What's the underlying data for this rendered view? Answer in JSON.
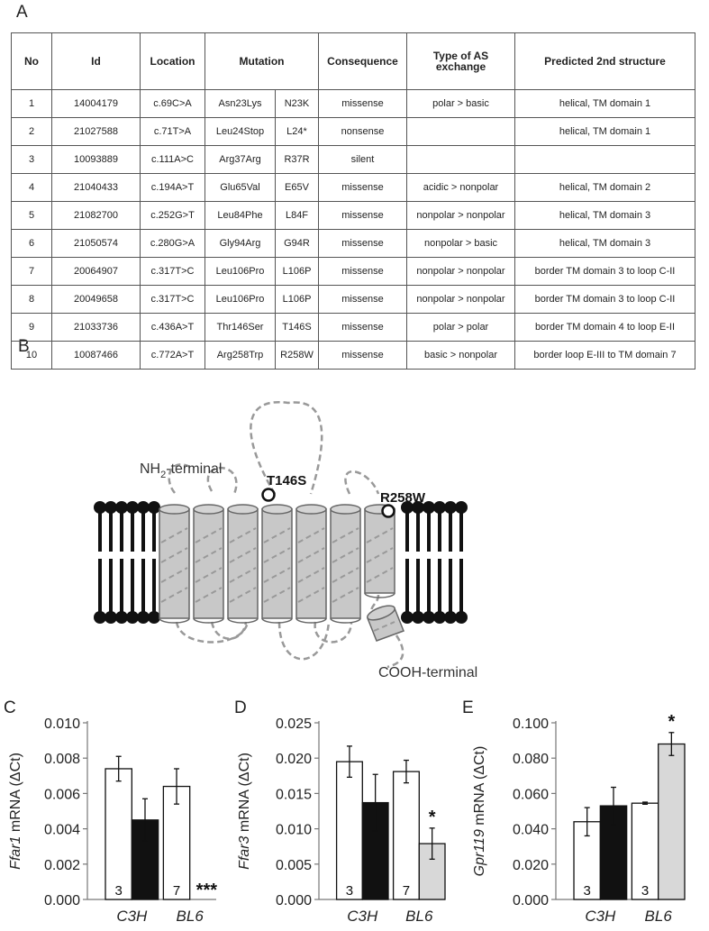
{
  "panel_labels": {
    "a": "A",
    "b": "B",
    "c": "C",
    "d": "D",
    "e": "E"
  },
  "table": {
    "headers": {
      "no": "No",
      "id": "Id",
      "location": "Location",
      "mutation": "Mutation",
      "consequence": "Consequence",
      "type": "Type of AS exchange",
      "structure": "Predicted 2nd structure"
    },
    "rows": [
      {
        "no": "1",
        "id": "14004179",
        "location": "c.69C>A",
        "aa_long": "Asn23Lys",
        "aa_short": "N23K",
        "consequence": "missense",
        "type": "polar > basic",
        "structure": "helical, TM domain 1"
      },
      {
        "no": "2",
        "id": "21027588",
        "location": "c.71T>A",
        "aa_long": "Leu24Stop",
        "aa_short": "L24*",
        "consequence": "nonsense",
        "type": "",
        "structure": "helical, TM domain 1"
      },
      {
        "no": "3",
        "id": "10093889",
        "location": "c.111A>C",
        "aa_long": "Arg37Arg",
        "aa_short": "R37R",
        "consequence": "silent",
        "type": "",
        "structure": ""
      },
      {
        "no": "4",
        "id": "21040433",
        "location": "c.194A>T",
        "aa_long": "Glu65Val",
        "aa_short": "E65V",
        "consequence": "missense",
        "type": "acidic > nonpolar",
        "structure": "helical, TM domain 2"
      },
      {
        "no": "5",
        "id": "21082700",
        "location": "c.252G>T",
        "aa_long": "Leu84Phe",
        "aa_short": "L84F",
        "consequence": "missense",
        "type": "nonpolar > nonpolar",
        "structure": "helical, TM domain 3"
      },
      {
        "no": "6",
        "id": "21050574",
        "location": "c.280G>A",
        "aa_long": "Gly94Arg",
        "aa_short": "G94R",
        "consequence": "missense",
        "type": "nonpolar > basic",
        "structure": "helical, TM domain 3"
      },
      {
        "no": "7",
        "id": "20064907",
        "location": "c.317T>C",
        "aa_long": "Leu106Pro",
        "aa_short": "L106P",
        "consequence": "missense",
        "type": "nonpolar > nonpolar",
        "structure": "border TM domain 3 to loop C-II"
      },
      {
        "no": "8",
        "id": "20049658",
        "location": "c.317T>C",
        "aa_long": "Leu106Pro",
        "aa_short": "L106P",
        "consequence": "missense",
        "type": "nonpolar > nonpolar",
        "structure": "border TM domain 3 to loop C-II"
      },
      {
        "no": "9",
        "id": "21033736",
        "location": "c.436A>T",
        "aa_long": "Thr146Ser",
        "aa_short": "T146S",
        "consequence": "missense",
        "type": "polar > polar",
        "structure": "border TM domain 4 to loop E-II"
      },
      {
        "no": "10",
        "id": "10087466",
        "location": "c.772A>T",
        "aa_long": "Arg258Trp",
        "aa_short": "R258W",
        "consequence": "missense",
        "type": "basic > nonpolar",
        "structure": "border loop E-III to TM domain 7"
      }
    ]
  },
  "diagram": {
    "nh2_label": "NH",
    "nh2_sub": "2",
    "nh2_suffix": "-terminal",
    "cooh_label": "COOH-terminal",
    "mutation_a": "T146S",
    "mutation_b": "R258W"
  },
  "chart_data": [
    {
      "type": "bar",
      "ylabel_gene": "Ffar1",
      "ylabel_rest": " mRNA  (ΔCt)",
      "categories": [
        "C3H",
        "BL6"
      ],
      "ylim": [
        0,
        0.01
      ],
      "yticks": [
        "0.000",
        "0.002",
        "0.004",
        "0.006",
        "0.008",
        "0.010"
      ],
      "ytick_values": [
        0,
        0.002,
        0.004,
        0.006,
        0.008,
        0.01
      ],
      "series": [
        {
          "values": [
            0.0074,
            0.0064
          ],
          "errors": [
            0.0007,
            0.001
          ],
          "fill": "#ffffff"
        },
        {
          "values": [
            0.0045,
            0.0
          ],
          "errors": [
            0.0012,
            0
          ],
          "fills": [
            "#111111",
            "#111111"
          ]
        }
      ],
      "n_labels": [
        "3",
        "7"
      ],
      "significance": [
        "",
        "***"
      ]
    },
    {
      "type": "bar",
      "ylabel_gene": "Ffar3",
      "ylabel_rest": " mRNA  (ΔCt)",
      "categories": [
        "C3H",
        "BL6"
      ],
      "ylim": [
        0,
        0.025
      ],
      "yticks": [
        "0.000",
        "0.005",
        "0.010",
        "0.015",
        "0.020",
        "0.025"
      ],
      "ytick_values": [
        0,
        0.005,
        0.01,
        0.015,
        0.02,
        0.025
      ],
      "series": [
        {
          "values": [
            0.0195,
            0.0181
          ],
          "errors": [
            0.0022,
            0.0016
          ],
          "fill": "#ffffff"
        },
        {
          "values": [
            0.0137,
            0.0079
          ],
          "errors": [
            0.004,
            0.0022
          ],
          "fills": [
            "#111111",
            "#d8d8d8"
          ]
        }
      ],
      "n_labels": [
        "3",
        "7"
      ],
      "significance": [
        "",
        "*"
      ]
    },
    {
      "type": "bar",
      "ylabel_gene": "Gpr119",
      "ylabel_rest": " mRNA  (ΔCt)",
      "categories": [
        "C3H",
        "BL6"
      ],
      "ylim": [
        0,
        0.1
      ],
      "yticks": [
        "0.000",
        "0.020",
        "0.040",
        "0.060",
        "0.080",
        "0.100"
      ],
      "ytick_values": [
        0,
        0.02,
        0.04,
        0.06,
        0.08,
        0.1
      ],
      "series": [
        {
          "values": [
            0.044,
            0.0545
          ],
          "errors": [
            0.008,
            0.0006
          ],
          "fill": "#ffffff"
        },
        {
          "values": [
            0.053,
            0.088
          ],
          "errors": [
            0.0105,
            0.0065
          ],
          "fills": [
            "#111111",
            "#d8d8d8"
          ]
        }
      ],
      "n_labels": [
        "3",
        "3"
      ],
      "significance": [
        "",
        "*"
      ]
    }
  ]
}
